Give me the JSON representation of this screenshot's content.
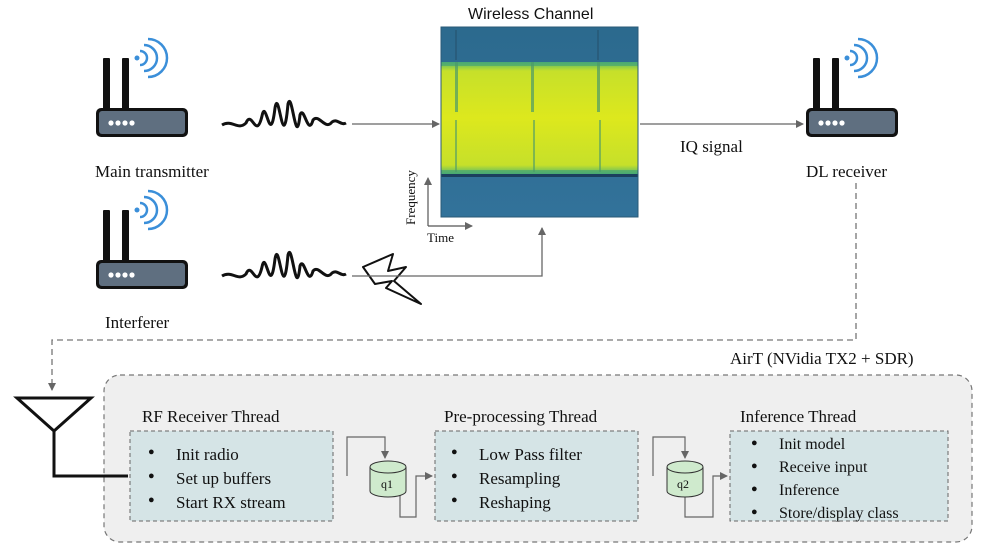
{
  "channel_title": "Wireless Channel",
  "axis": {
    "frequency": "Frequency",
    "time": "Time"
  },
  "nodes": {
    "main_transmitter": "Main transmitter",
    "interferer": "Interferer",
    "dl_receiver": "DL receiver"
  },
  "link_label": "IQ signal",
  "system_title": "AirT (NVidia TX2 + SDR)",
  "threads": [
    {
      "title": "RF Receiver Thread",
      "items": [
        "Init radio",
        "Set up buffers",
        "Start RX stream"
      ]
    },
    {
      "title": "Pre-processing Thread",
      "items": [
        "Low Pass filter",
        "Resampling",
        "Reshaping"
      ]
    },
    {
      "title": "Inference Thread",
      "items": [
        "Init model",
        "Receive input",
        "Inference",
        "Store/display class"
      ]
    }
  ],
  "queues": [
    "q1",
    "q2"
  ],
  "colors": {
    "box_fill": "#d5e4e6",
    "system_fill": "#efefef",
    "queue_fill": "#cfeacd",
    "router_body": "#5f6f80",
    "wifi": "#3b8fd9",
    "spectrogram_band": "#d4e41f",
    "spectrogram_bg": "#2f6e8e"
  }
}
